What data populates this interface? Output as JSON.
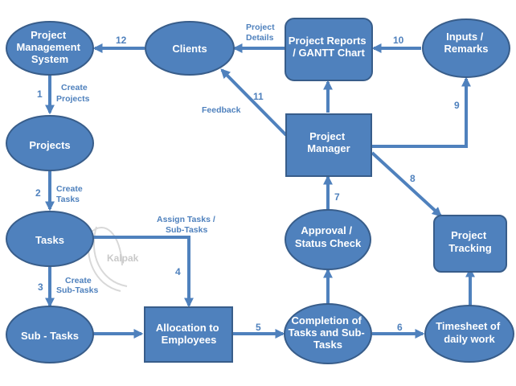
{
  "nodes": {
    "pms": {
      "text": [
        "Project",
        "Management",
        "System"
      ]
    },
    "clients": {
      "text": [
        "Clients"
      ]
    },
    "reports": {
      "text": [
        "Project Reports",
        "/ GANTT Chart"
      ]
    },
    "inputs": {
      "text": [
        "Inputs /",
        "Remarks"
      ]
    },
    "projects": {
      "text": [
        "Projects"
      ]
    },
    "manager": {
      "text": [
        "Project",
        "Manager"
      ]
    },
    "tasks": {
      "text": [
        "Tasks"
      ]
    },
    "approval": {
      "text": [
        "Approval /",
        "Status Check"
      ]
    },
    "tracking": {
      "text": [
        "Project",
        "Tracking"
      ]
    },
    "subtasks": {
      "text": [
        "Sub - Tasks"
      ]
    },
    "allocation": {
      "text": [
        "Allocation to",
        "Employees"
      ]
    },
    "completion": {
      "text": [
        "Completion of",
        "Tasks and Sub-",
        "Tasks"
      ]
    },
    "timesheet": {
      "text": [
        "Timesheet of",
        "daily work"
      ]
    }
  },
  "edges": {
    "e1": {
      "num": "1",
      "label": [
        "Create",
        "Projects"
      ]
    },
    "e2": {
      "num": "2",
      "label": [
        "Create",
        "Tasks"
      ]
    },
    "e3": {
      "num": "3",
      "label": [
        "Create",
        "Sub-Tasks"
      ]
    },
    "e4": {
      "num": "4",
      "label": [
        "Assign Tasks /",
        "Sub-Tasks"
      ]
    },
    "e5": {
      "num": "5",
      "label": []
    },
    "e6": {
      "num": "6",
      "label": []
    },
    "e7": {
      "num": "7",
      "label": []
    },
    "e8": {
      "num": "8",
      "label": []
    },
    "e9": {
      "num": "9",
      "label": []
    },
    "e10": {
      "num": "10",
      "label": []
    },
    "e11": {
      "num": "11",
      "label": [
        "Feedback"
      ]
    },
    "e12": {
      "num": "12",
      "label": []
    },
    "e_details": {
      "num": "",
      "label": [
        "Project",
        "Details"
      ]
    }
  },
  "watermark": {
    "text": "Kalpak"
  },
  "colors": {
    "node_fill": "#4f81bd",
    "node_stroke": "#385d8a",
    "text": "#ffffff",
    "arrow": "#4f81bd"
  }
}
